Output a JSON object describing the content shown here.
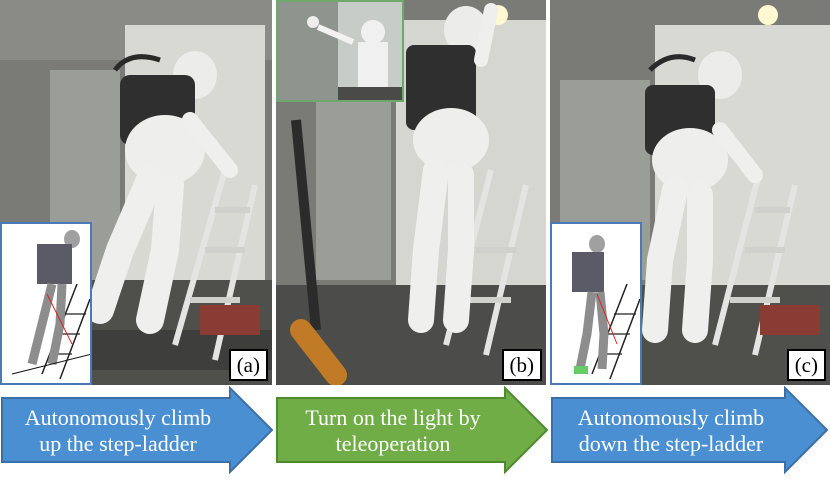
{
  "panels": [
    {
      "id": "a",
      "label": "(a)"
    },
    {
      "id": "b",
      "label": "(b)"
    },
    {
      "id": "c",
      "label": "(c)"
    }
  ],
  "arrows": [
    {
      "line1": "Autonomously climb",
      "line2": "up the step-ladder",
      "color": "#4a8fd1",
      "border": "#3a6fa8"
    },
    {
      "line1": "Turn on the light by",
      "line2": "teleoperation",
      "color": "#70ad47",
      "border": "#4f8a2f"
    },
    {
      "line1": "Autonomously climb",
      "line2": "down the step-ladder",
      "color": "#4a8fd1",
      "border": "#3a6fa8"
    }
  ]
}
